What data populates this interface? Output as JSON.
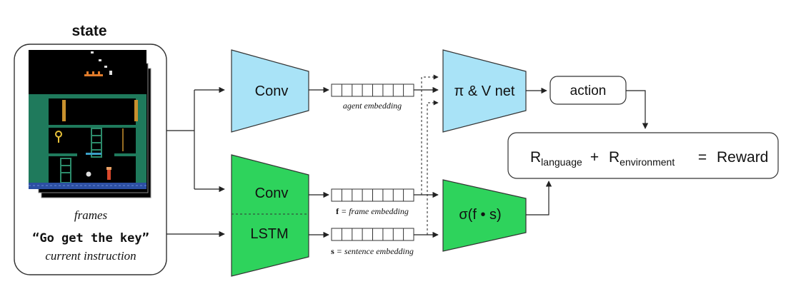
{
  "state": {
    "title": "state",
    "frames_caption": "frames",
    "instruction_text": "“Go get the key”",
    "instruction_caption": "current instruction"
  },
  "modules": {
    "conv_top": "Conv",
    "conv_bottom": "Conv",
    "lstm": "LSTM",
    "policy_net": "π & V net",
    "similarity": "σ(f • s)",
    "action": "action"
  },
  "embeddings": {
    "agent": "agent embedding",
    "frame_var": "f",
    "frame_rest": " = frame embedding",
    "sentence_var": "s",
    "sentence_rest": " = sentence embedding"
  },
  "reward": {
    "r_lang_base": "R",
    "r_lang_sub": "language",
    "plus": "+",
    "r_env_base": "R",
    "r_env_sub": "environment",
    "equals": "=",
    "total": "Reward"
  },
  "colors": {
    "blue_module": "#a9e3f7",
    "green_module": "#2ed35c",
    "game_bg": "#000000",
    "game_wall": "#1f7a5c",
    "game_floor": "#2c4fa3"
  }
}
